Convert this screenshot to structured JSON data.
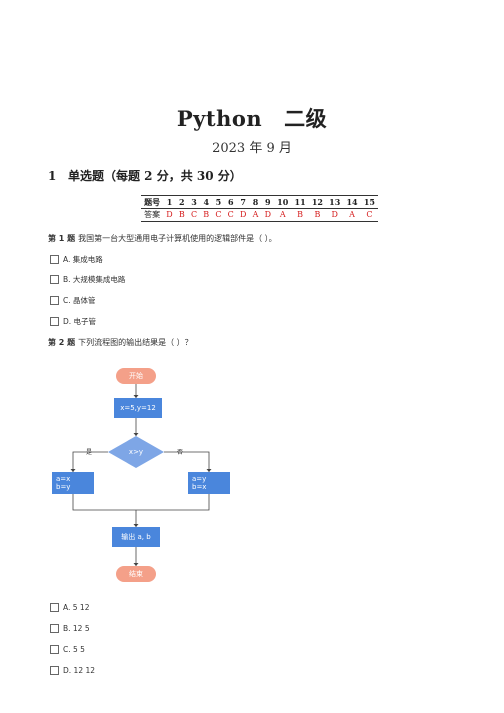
{
  "header": {
    "title_left": "Python",
    "title_right": "二级",
    "subtitle": "2023 年 9 月"
  },
  "section": {
    "number": "1",
    "heading": "单选题（每题 2 分，共 30 分）"
  },
  "answer_table": {
    "header_label": "题号",
    "numbers": [
      "1",
      "2",
      "3",
      "4",
      "5",
      "6",
      "7",
      "8",
      "9",
      "10",
      "11",
      "12",
      "13",
      "14",
      "15"
    ],
    "answer_label": "答案",
    "answers": [
      "D",
      "B",
      "C",
      "B",
      "C",
      "C",
      "D",
      "A",
      "D",
      "A",
      "B",
      "B",
      "D",
      "A",
      "C"
    ]
  },
  "questions": [
    {
      "label": "第 1 题",
      "text": "我国第一台大型通用电子计算机使用的逻辑部件是（ ）。",
      "options": [
        "A. 集成电路",
        "B. 大规模集成电路",
        "C. 晶体管",
        "D. 电子管"
      ]
    },
    {
      "label": "第 2 题",
      "text": "下列流程图的输出结果是（ ）？",
      "options": [
        "A. 5 12",
        "B. 12 5",
        "C. 5 5",
        "D. 12 12"
      ]
    }
  ],
  "flowchart": {
    "start": "开始",
    "assign": "x=5,y=12",
    "condition": "x>y",
    "yes_label": "是",
    "no_label": "否",
    "yes_line1": "a=x",
    "yes_line2": "b=y",
    "no_line1": "a=y",
    "no_line2": "b=x",
    "output": "输出 a, b",
    "end": "结束",
    "colors": {
      "terminal": "#f4a089",
      "process": "#4a86dc"
    }
  }
}
